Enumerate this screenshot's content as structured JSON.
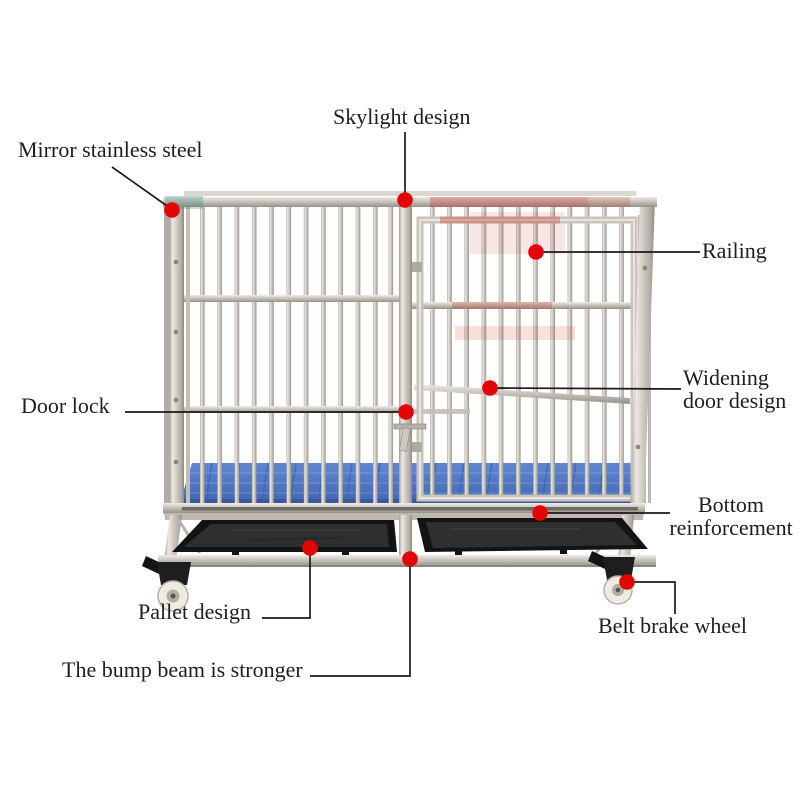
{
  "figure": {
    "subject": "stainless-steel-double-door-pet-cage-on-casters",
    "background": "#ffffff"
  },
  "colors": {
    "callout_dot": "#e30505",
    "leader_line": "#1a1a1a",
    "label_text": "#1e1e1e",
    "steel_light": "#ebe9e3",
    "steel_mid": "#c7c3bb",
    "steel_dark": "#938f87",
    "floor_blue": "#4a72c4",
    "floor_blue_light": "#5e86d3",
    "tray_black": "#1a1a1a",
    "tray_surface": "#2f2f2f",
    "wheel_white": "#eeebe2",
    "reflection_red": "#c0342a",
    "reflection_teal": "#3c827d"
  },
  "annotations": [
    {
      "id": "skylight-design",
      "text": "Skylight design"
    },
    {
      "id": "mirror-stainless-steel",
      "text": "Mirror stainless steel"
    },
    {
      "id": "railing",
      "text": "Railing"
    },
    {
      "id": "widening-door-design",
      "text": "Widening door design"
    },
    {
      "id": "door-lock",
      "text": "Door lock"
    },
    {
      "id": "bottom-reinforcement",
      "text": "Bottom reinforcement"
    },
    {
      "id": "pallet-design",
      "text": "Pallet design"
    },
    {
      "id": "bump-beam",
      "text": "The bump beam is stronger"
    },
    {
      "id": "belt-brake-wheel",
      "text": "Belt brake wheel"
    }
  ]
}
